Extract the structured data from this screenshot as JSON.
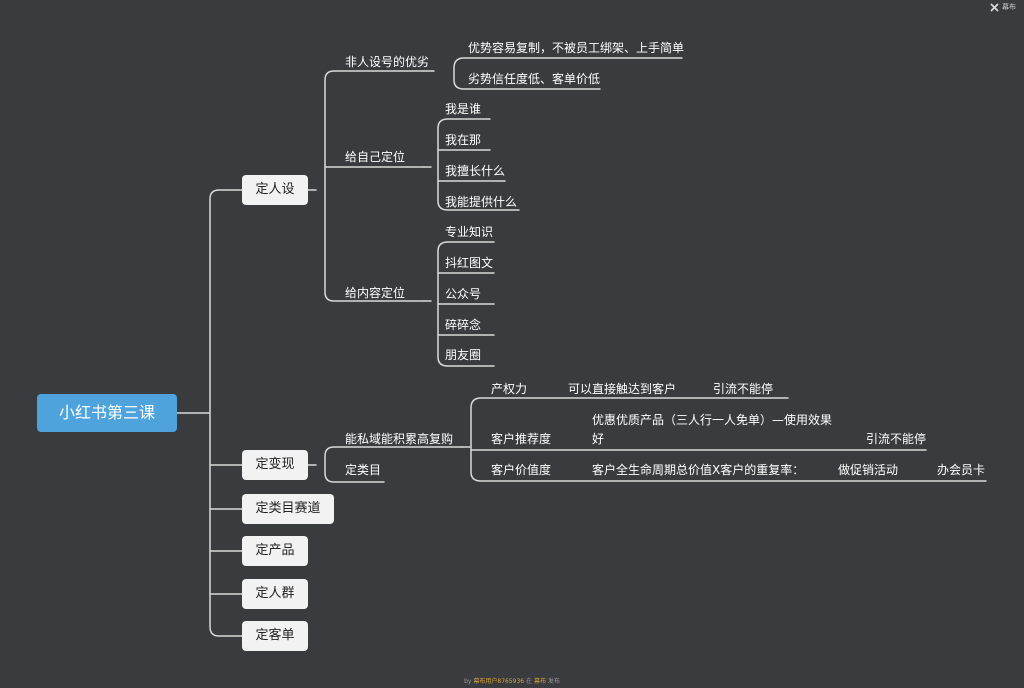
{
  "root": "小红书第三课",
  "level1": [
    "定人设",
    "定变现",
    "定类目赛道",
    "定产品",
    "定人群",
    "定客单"
  ],
  "renshe": {
    "branches": [
      {
        "label": "非人设号的优劣",
        "children": [
          "优势容易复制，不被员工绑架、上手简单",
          "劣势信任度低、客单价低"
        ]
      },
      {
        "label": "给自己定位",
        "children": [
          "我是谁",
          "我在那",
          "我擅长什么",
          "我能提供什么"
        ]
      },
      {
        "label": "给内容定位",
        "children": [
          "专业知识",
          "抖红图文",
          "公众号",
          "碎碎念",
          "朋友圈"
        ]
      }
    ]
  },
  "bianxian": {
    "branch1": "能私域能积累高复购",
    "branch2": "定类目",
    "rows": [
      {
        "label": "产权力",
        "children": [
          "可以直接触达到客户"
        ],
        "tail": "引流不能停"
      },
      {
        "label": "客户推荐度",
        "children": [
          "优惠优质产品（三人行一人免单）—使用效果",
          "好"
        ],
        "tail": "引流不能停"
      },
      {
        "label": "客户价值度",
        "children": [
          "客户全生命周期总价值X客户的重复率：",
          "做促销活动"
        ],
        "tail": "办会员卡"
      }
    ]
  },
  "brand": "幕布",
  "footer": {
    "prefix": "by ",
    "user": "幕布用户8765936",
    "mid": " 在 ",
    "app": "幕布",
    "suffix": " 发布"
  },
  "colors": {
    "background": "#3a3b3f",
    "root": "#4fa3dc",
    "node": "#f2f2f3",
    "line": "#d9d9d9"
  }
}
